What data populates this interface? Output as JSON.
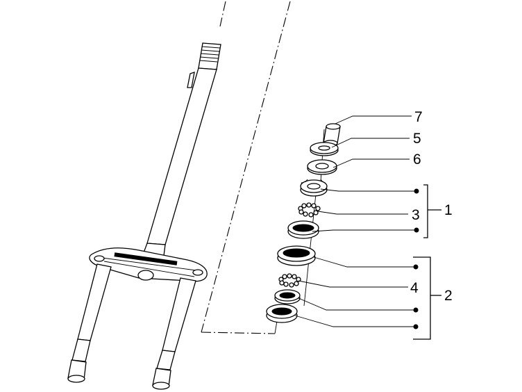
{
  "diagram": {
    "callouts": [
      {
        "id": "7",
        "text": "7"
      },
      {
        "id": "5",
        "text": "5"
      },
      {
        "id": "6",
        "text": "6"
      },
      {
        "id": "3",
        "text": "3"
      },
      {
        "id": "4",
        "text": "4"
      }
    ],
    "groups": [
      {
        "id": "1",
        "text": "1"
      },
      {
        "id": "2",
        "text": "2"
      }
    ]
  }
}
